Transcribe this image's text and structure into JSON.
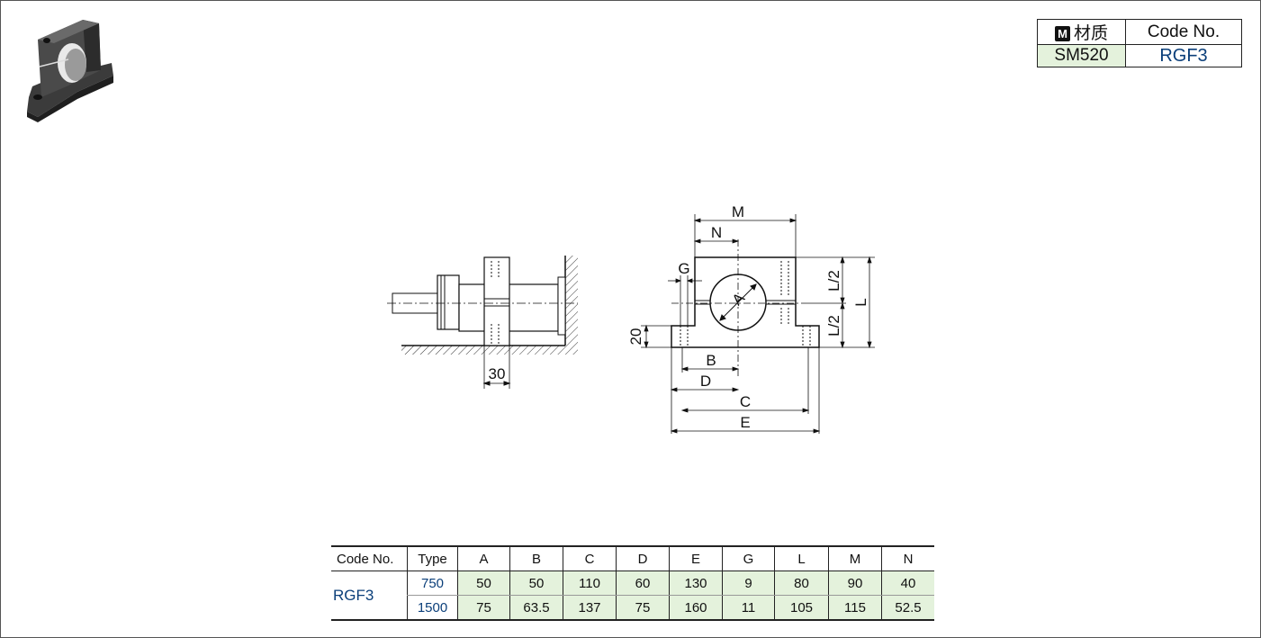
{
  "material_table": {
    "header_material_badge": "M",
    "header_material": "材质",
    "header_code": "Code No.",
    "material": "SM520",
    "code": "RGF3"
  },
  "drawing": {
    "labels": {
      "M": "M",
      "N": "N",
      "G": "G",
      "A": "A",
      "B": "B",
      "C": "C",
      "D": "D",
      "E": "E",
      "L": "L",
      "L_half_top": "L/2",
      "L_half_bottom": "L/2",
      "twenty": "20",
      "thirty": "30"
    }
  },
  "spec_table": {
    "headers": [
      "Code No.",
      "Type",
      "A",
      "B",
      "C",
      "D",
      "E",
      "G",
      "L",
      "M",
      "N"
    ],
    "code": "RGF3",
    "rows": [
      {
        "type": "750",
        "values": [
          "50",
          "50",
          "110",
          "60",
          "130",
          "9",
          "80",
          "90",
          "40"
        ]
      },
      {
        "type": "1500",
        "values": [
          "75",
          "63.5",
          "137",
          "75",
          "160",
          "11",
          "105",
          "115",
          "52.5"
        ]
      }
    ]
  },
  "colors": {
    "accent_blue": "#0b3f7a",
    "cell_green": "#e4f2dc"
  }
}
